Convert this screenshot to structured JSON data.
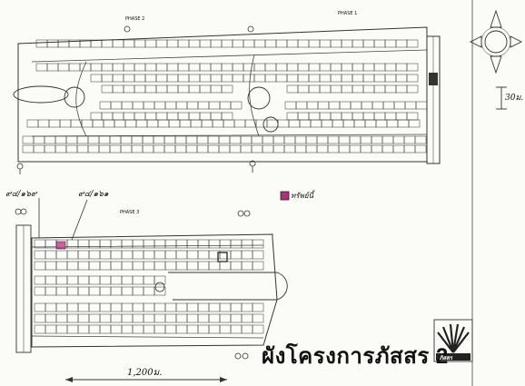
{
  "map": {
    "title": "ผังโครงการภัสสร 2",
    "phase_labels": [
      "PHASE 2",
      "PHASE 1",
      "PHASE 3"
    ],
    "dimension_top_right": "30ม.",
    "dimension_bottom": "1,200ม.",
    "plot_number_left": "๙๔/๑๖๙",
    "plot_number_right": "๙๔/๑๖๑",
    "legend_label": "ทรัพย์นี้",
    "highlight_color": "#b0307a",
    "lot_color": "#333333",
    "logo_label": "ภัสสร"
  }
}
